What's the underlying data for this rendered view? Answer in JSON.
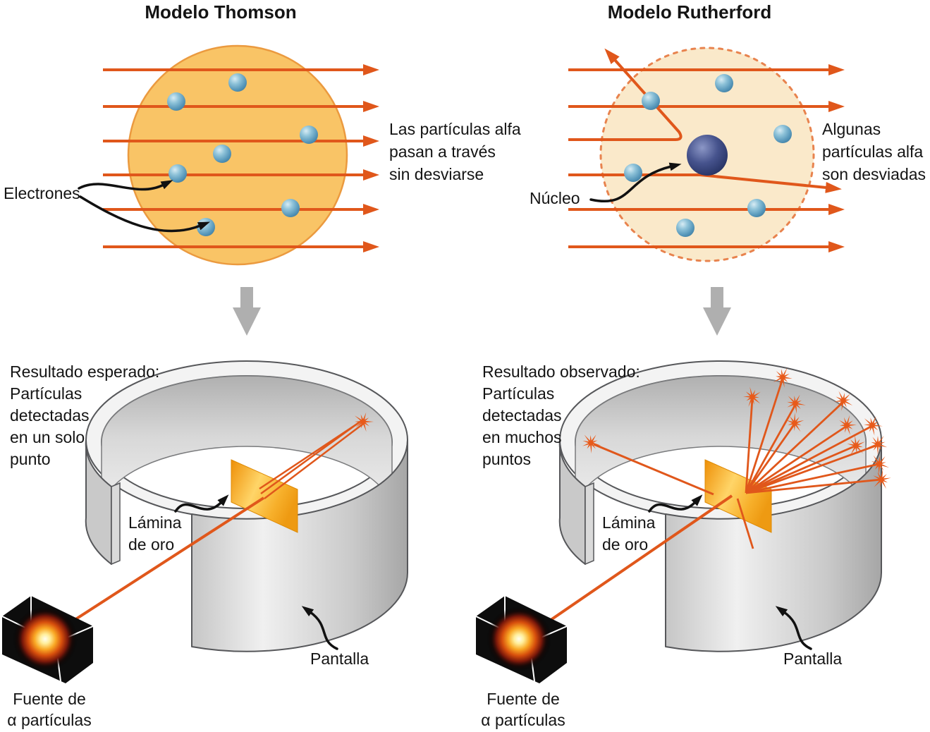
{
  "left_panel": {
    "title": "Modelo Thomson",
    "electrons_label": "Electrones",
    "beam_note": [
      "Las partículas alfa",
      "pasan a través",
      "sin desviarse"
    ],
    "result": [
      "Resultado esperado:",
      "Partículas",
      "detectadas",
      "en un solo",
      "punto"
    ],
    "foil_label": [
      "Lámina",
      "de oro"
    ],
    "screen_label": "Pantalla",
    "source_label": [
      "Fuente de",
      "α partículas"
    ]
  },
  "right_panel": {
    "title": "Modelo Rutherford",
    "nucleus_label": "Núcleo",
    "beam_note": [
      "Algunas",
      "partículas alfa",
      "son desviadas"
    ],
    "result": [
      "Resultado observado:",
      "Partículas",
      "detectadas",
      "en muchos",
      "puntos"
    ],
    "foil_label": [
      "Lámina",
      "de oro"
    ],
    "screen_label": "Pantalla",
    "source_label": [
      "Fuente de",
      "α partículas"
    ]
  },
  "colors": {
    "alpha_ray": "#E0571B",
    "thomson_atom_fill": "#F9C466",
    "thomson_atom_stroke": "#EB9A3F",
    "rutherford_atom_fill": "#FAE9CA",
    "rutherford_atom_stroke": "#E8834E",
    "electron": "#5797BA",
    "nucleus": "#273468",
    "gold_foil": "#F7B02B",
    "screen_gray": "#CCCCCC",
    "impact_burst": "#E85A1A",
    "down_arrow": "#AFAFAF"
  }
}
